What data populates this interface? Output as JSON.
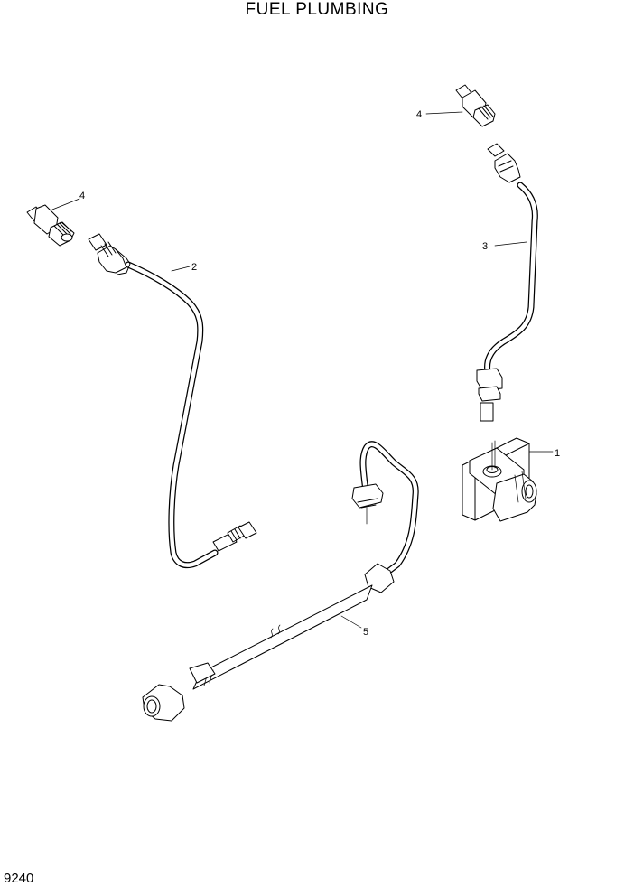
{
  "page": {
    "title": "FUEL PLUMBING",
    "page_number": "9240"
  },
  "callouts": {
    "c1": "1",
    "c2": "2",
    "c3": "3",
    "c4a": "4",
    "c4b": "4",
    "c5": "5"
  }
}
